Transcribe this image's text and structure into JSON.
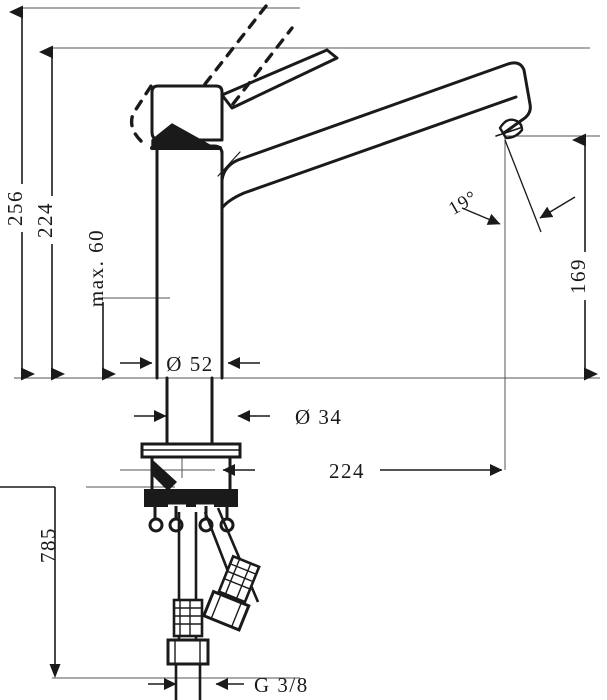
{
  "drawing": {
    "title": "Kitchen mixer tap dimensional drawing",
    "units": "mm",
    "line_color": "#1a1a1a",
    "thin_line_color": "#4d4d4d",
    "background": "#ffffff"
  },
  "dimensions": {
    "total_height": "256",
    "spout_height": "224",
    "handle_clearance": "max. 60",
    "base_diameter": "Ø 52",
    "shank_diameter": "Ø 34",
    "spout_outlet_height": "169",
    "spout_reach": "224",
    "hose_length": "785",
    "thread_size": "G 3/8",
    "spout_angle": "19°"
  },
  "labels": [
    {
      "id": "total-height",
      "text": "256",
      "orientation": "vertical"
    },
    {
      "id": "spout-height",
      "text": "224",
      "orientation": "vertical"
    },
    {
      "id": "handle-clearance",
      "text": "max. 60",
      "orientation": "vertical"
    },
    {
      "id": "base-diameter",
      "text": "Ø 52",
      "orientation": "horizontal"
    },
    {
      "id": "shank-diameter",
      "text": "Ø 34",
      "orientation": "horizontal"
    },
    {
      "id": "outlet-height",
      "text": "169",
      "orientation": "vertical"
    },
    {
      "id": "spout-reach",
      "text": "224",
      "orientation": "horizontal"
    },
    {
      "id": "hose-length",
      "text": "785",
      "orientation": "vertical"
    },
    {
      "id": "thread",
      "text": "G 3/8",
      "orientation": "horizontal"
    },
    {
      "id": "angle",
      "text": "19°",
      "orientation": "rotated"
    }
  ]
}
